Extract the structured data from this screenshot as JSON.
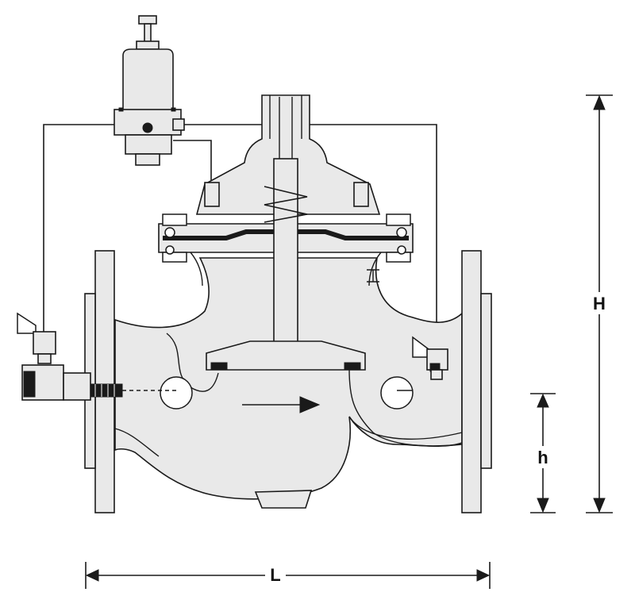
{
  "dimensions": {
    "overall_height_label": "H",
    "inlet_height_label": "h",
    "length_label": "L"
  },
  "colors": {
    "line": "#1a1a1a",
    "body_fill": "#e9e9e9",
    "background": "#ffffff"
  }
}
